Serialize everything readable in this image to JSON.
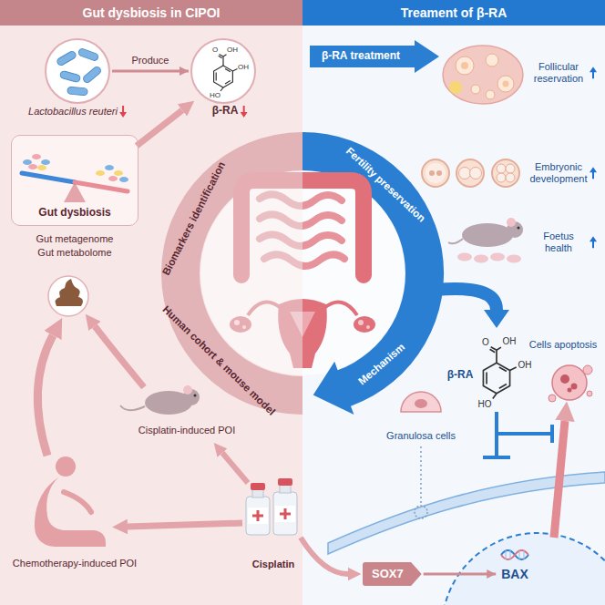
{
  "diagram": {
    "nodes": [
      {
        "text": [
          "Gut dysbiosis in CIPOI"
        ]
      },
      {
        "text": [
          "Treament of β-RA"
        ]
      },
      {
        "text": [
          "Lactobacillus reuteri"
        ]
      },
      {
        "text": [
          "β-RA"
        ]
      },
      {
        "text": [
          "Gut dysbiosis"
        ]
      },
      {
        "text": [
          "SOX7"
        ]
      },
      {
        "text": [
          "BAX"
        ]
      }
    ],
    "edges": [
      {
        "from": 2,
        "to": 3,
        "label": "Produce",
        "arrow": "to"
      },
      {
        "from": 5,
        "to": 6,
        "arrow": "to"
      }
    ],
    "labels": [
      "Gut metagenome",
      "Gut metabolome",
      "Biomarkers identification",
      "Human cohort & mouse model",
      "Fertility preservation",
      "Mechanism",
      "β-RA treatment",
      "Follicular reservation",
      "Embryonic development",
      "Foetus health",
      "β-RA",
      "Cells apoptosis",
      "Granulosa cells",
      "Cisplatin-induced POI",
      "Chemotherapy-induced POI",
      "Cisplatin",
      "O",
      "OH",
      "OH",
      "HO",
      "O",
      "OH",
      "OH",
      "HO"
    ]
  }
}
